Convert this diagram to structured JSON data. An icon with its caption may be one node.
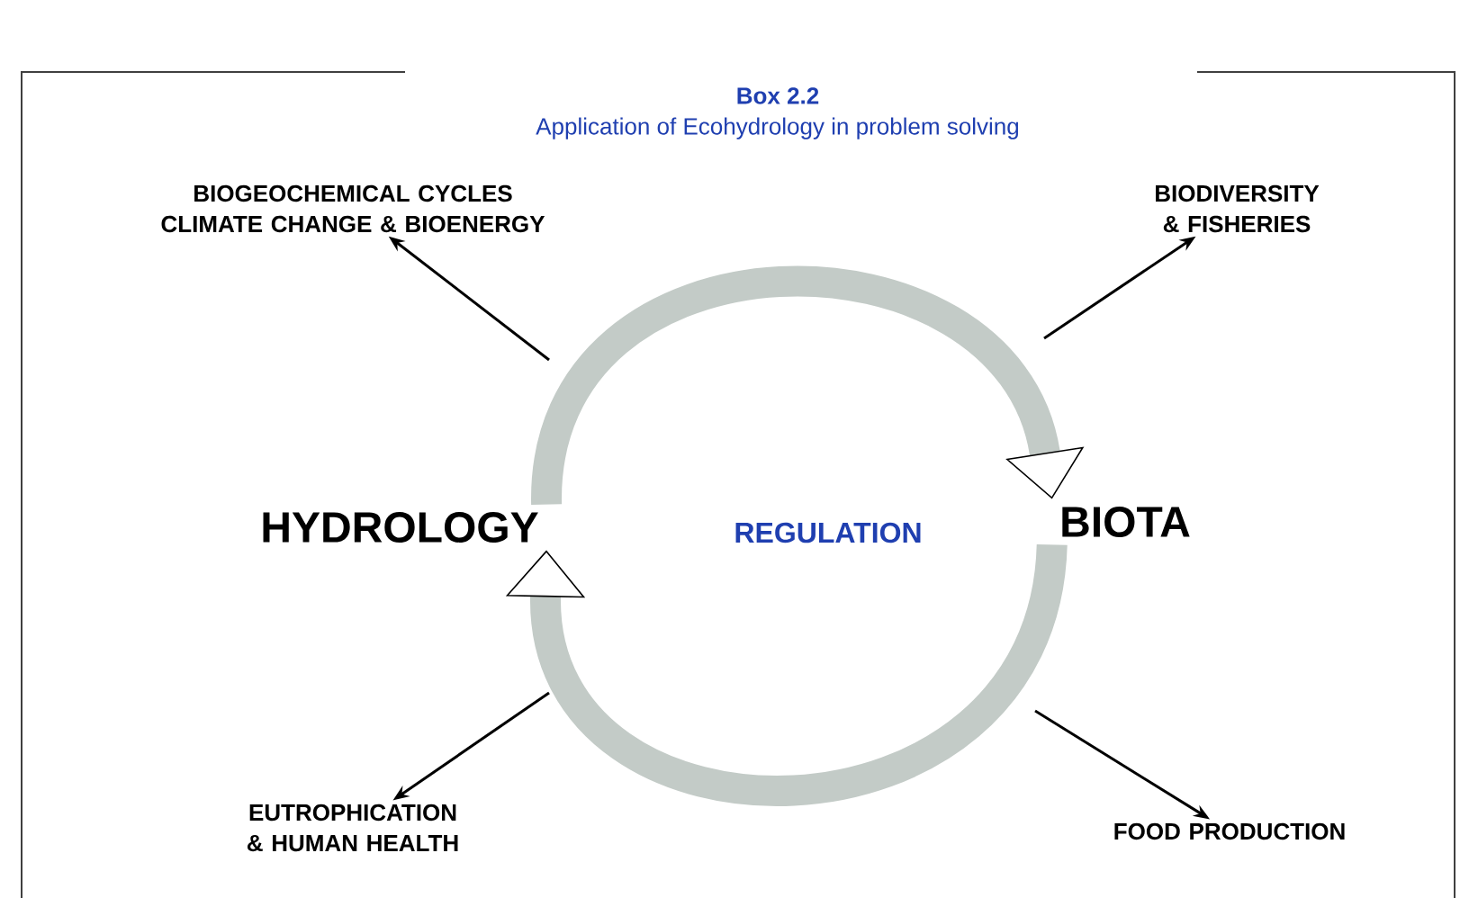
{
  "diagram": {
    "nodes": [
      {
        "text": [
          "Box 2.2",
          "Application of Ecohydrology in problem solving"
        ]
      },
      {
        "text": [
          "HYDROLOGY"
        ],
        "in": 0
      },
      {
        "text": [
          "BIOTA"
        ],
        "in": 0
      },
      {
        "text": [
          "BIOGEOCHEMICAL CYCLES CLIMATE CHANGE & BIOENERGY"
        ],
        "in": 0
      },
      {
        "text": [
          "BIODIVERSITY & FISHERIES"
        ],
        "in": 0
      },
      {
        "text": [
          "EUTROPHICATION & HUMAN HEALTH"
        ],
        "in": 0
      },
      {
        "text": [
          "FOOD PRODUCTION"
        ],
        "in": 0
      }
    ],
    "edges": [
      {
        "from": 1,
        "to": 2,
        "arrow": "to",
        "style": "thick",
        "color": "#c3cbc7"
      },
      {
        "from": 2,
        "to": 1,
        "arrow": "to",
        "style": "thick",
        "color": "#c3cbc7"
      },
      {
        "from": null,
        "to": 3,
        "arrow": "to"
      },
      {
        "from": null,
        "to": 4,
        "arrow": "to"
      },
      {
        "from": null,
        "to": 5,
        "arrow": "to"
      },
      {
        "from": null,
        "to": 6,
        "arrow": "to"
      }
    ],
    "labels": [
      "REGULATION"
    ]
  }
}
